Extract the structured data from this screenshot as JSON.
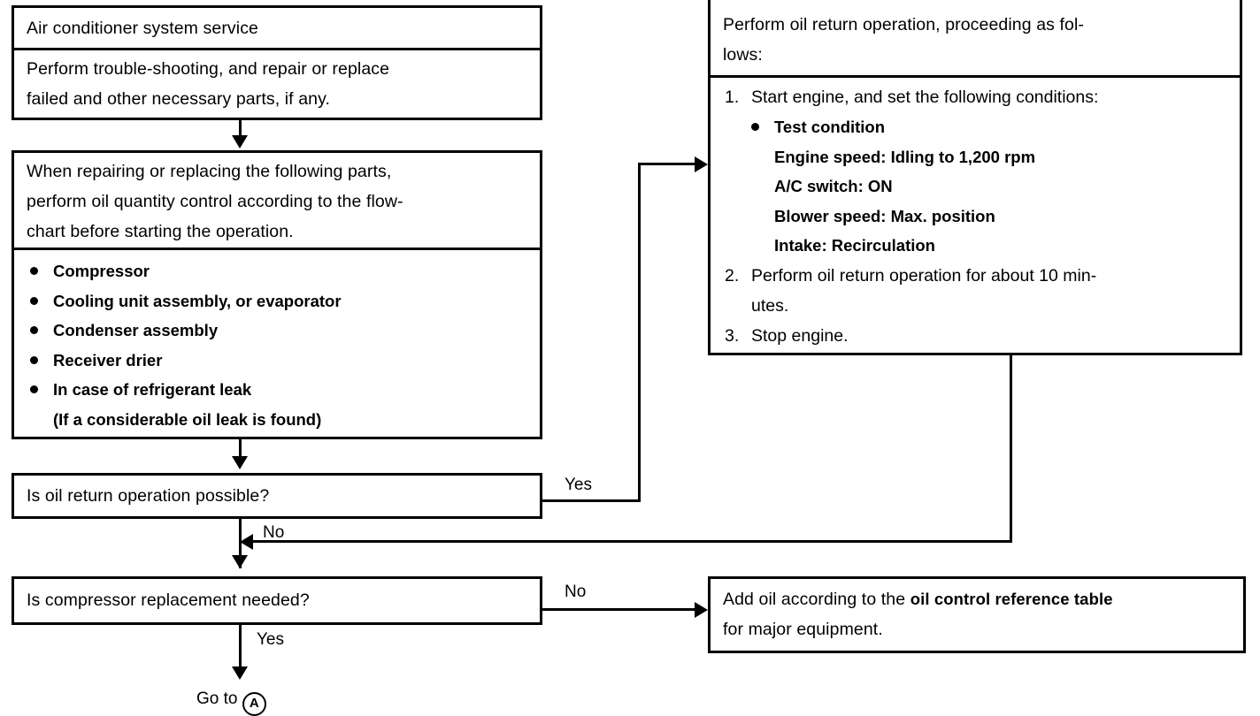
{
  "diagram": {
    "title_node": {
      "header": "Air conditioner system service",
      "body_line1": "Perform trouble-shooting, and repair or replace",
      "body_line2": "failed and other necessary parts, if any."
    },
    "parts_node": {
      "intro_line1": "When repairing or replacing the following parts,",
      "intro_line2": "perform oil quantity control according to the flow-",
      "intro_line3": "chart before starting the operation.",
      "bullets": [
        "Compressor",
        "Cooling unit assembly, or evaporator",
        "Condenser assembly",
        "Receiver drier",
        "In case of refrigerant leak"
      ],
      "bullet_continuation": "(If a considerable oil leak is found)"
    },
    "decision_oil_return": "Is oil return operation possible?",
    "decision_compressor": "Is compressor replacement needed?",
    "oil_return_node": {
      "header_line1": "Perform oil return operation, proceeding as fol-",
      "header_line2": "lows:",
      "steps": [
        {
          "marker": "1.",
          "text": "Start engine, and set the following conditions:"
        },
        {
          "marker": "2.",
          "text": "Perform oil return operation for about 10 min-"
        },
        {
          "marker": "",
          "text": "utes."
        },
        {
          "marker": "3.",
          "text": "Stop engine."
        }
      ],
      "conditions_bullet": "Test condition",
      "conditions": [
        "Engine speed: Idling to 1,200 rpm",
        "A/C switch: ON",
        "Blower speed: Max. position",
        "Intake: Recirculation"
      ]
    },
    "add_oil_node": {
      "line1_a": "Add oil according to the ",
      "line1_bold": "oil control reference table",
      "line2": "for major equipment."
    },
    "edge_labels": {
      "yes_oil_return": "Yes",
      "no_oil_return": "No",
      "no_compressor": "No",
      "yes_compressor": "Yes"
    },
    "terminal": {
      "goto_text": "Go to",
      "ref": "A"
    },
    "colors": {
      "stroke": "#000000",
      "fill": "#ffffff"
    }
  }
}
